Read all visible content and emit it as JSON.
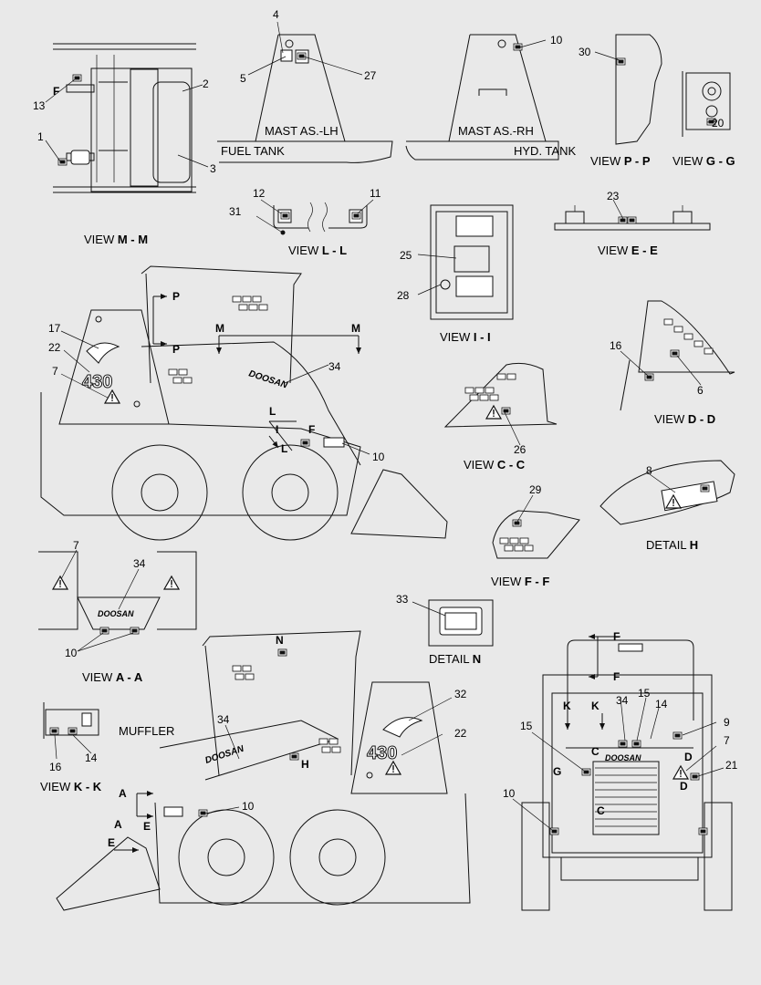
{
  "views": {
    "m_m": {
      "prefix": "VIEW",
      "id": "M - M"
    },
    "l_l": {
      "prefix": "VIEW",
      "id": "L - L"
    },
    "p_p": {
      "prefix": "VIEW",
      "id": "P - P"
    },
    "g_g": {
      "prefix": "VIEW",
      "id": "G - G"
    },
    "e_e": {
      "prefix": "VIEW",
      "id": "E - E"
    },
    "i_i": {
      "prefix": "VIEW",
      "id": "I - I"
    },
    "d_d": {
      "prefix": "VIEW",
      "id": "D - D"
    },
    "c_c": {
      "prefix": "VIEW",
      "id": "C - C"
    },
    "h": {
      "prefix": "DETAIL",
      "id": "H"
    },
    "a_a": {
      "prefix": "VIEW",
      "id": "A - A"
    },
    "f_f": {
      "prefix": "VIEW",
      "id": "F - F"
    },
    "n": {
      "prefix": "DETAIL",
      "id": "N"
    },
    "k_k": {
      "prefix": "VIEW",
      "id": "K - K"
    }
  },
  "labels": {
    "mast_lh": "MAST AS.-LH",
    "fuel_tank": "FUEL TANK",
    "mast_rh": "MAST AS.-RH",
    "hyd_tank": "HYD. TANK",
    "muffler": "MUFFLER",
    "model_badge": "430",
    "brand": "DOOSAN"
  },
  "part_numbers": {
    "n1": "1",
    "n2": "2",
    "n3": "3",
    "n4": "4",
    "n5": "5",
    "n6": "6",
    "n7": "7",
    "n8": "8",
    "n9": "9",
    "n10": "10",
    "n11": "11",
    "n12": "12",
    "n13": "13",
    "n14": "14",
    "n15": "15",
    "n16": "16",
    "n17": "17",
    "n20": "20",
    "n21": "21",
    "n22": "22",
    "n23": "23",
    "n25": "25",
    "n26": "26",
    "n27": "27",
    "n28": "28",
    "n29": "29",
    "n30": "30",
    "n31": "31",
    "n32": "32",
    "n33": "33",
    "n34": "34"
  },
  "section_letters": {
    "a": "A",
    "c": "C",
    "d": "D",
    "e": "E",
    "f": "F",
    "g": "G",
    "h": "H",
    "i": "I",
    "k": "K",
    "l": "L",
    "m": "M",
    "n": "N",
    "p": "P"
  },
  "colors": {
    "background": "#e9e9e9",
    "line": "#111111"
  }
}
